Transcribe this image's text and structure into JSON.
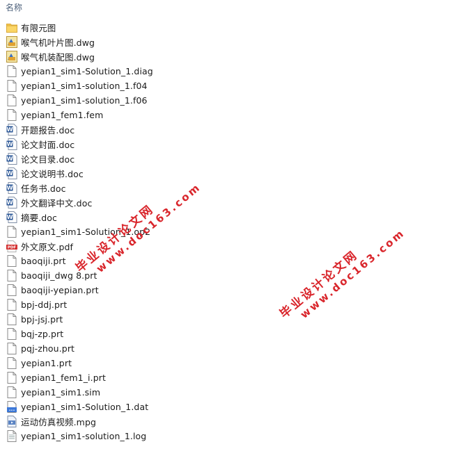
{
  "header": {
    "column_name": "名称"
  },
  "files": [
    {
      "name": "有限元图",
      "icon": "folder-icon"
    },
    {
      "name": "喉气机叶片图.dwg",
      "icon": "dwg-file-icon"
    },
    {
      "name": "喉气机装配图.dwg",
      "icon": "dwg-file-icon"
    },
    {
      "name": "yepian1_sim1-Solution_1.diag",
      "icon": "blank-file-icon"
    },
    {
      "name": "yepian1_sim1-solution_1.f04",
      "icon": "blank-file-icon"
    },
    {
      "name": "yepian1_sim1-solution_1.f06",
      "icon": "blank-file-icon"
    },
    {
      "name": "yepian1_fem1.fem",
      "icon": "blank-file-icon"
    },
    {
      "name": "开题报告.doc",
      "icon": "word-doc-icon"
    },
    {
      "name": "论文封面.doc",
      "icon": "word-doc-icon"
    },
    {
      "name": "论文目录.doc",
      "icon": "word-doc-icon"
    },
    {
      "name": "论文说明书.doc",
      "icon": "word-doc-icon"
    },
    {
      "name": "任务书.doc",
      "icon": "word-doc-icon"
    },
    {
      "name": "外文翻译中文.doc",
      "icon": "word-doc-icon"
    },
    {
      "name": "摘要.doc",
      "icon": "word-doc-icon"
    },
    {
      "name": "yepian1_sim1-Solution_1.op2",
      "icon": "blank-file-icon"
    },
    {
      "name": "外文原文.pdf",
      "icon": "pdf-file-icon"
    },
    {
      "name": "baoqiji.prt",
      "icon": "blank-file-icon"
    },
    {
      "name": "baoqiji_dwg 8.prt",
      "icon": "blank-file-icon"
    },
    {
      "name": "baoqiji-yepian.prt",
      "icon": "blank-file-icon"
    },
    {
      "name": "bpj-ddj.prt",
      "icon": "blank-file-icon"
    },
    {
      "name": "bpj-jsj.prt",
      "icon": "blank-file-icon"
    },
    {
      "name": "bqj-zp.prt",
      "icon": "blank-file-icon"
    },
    {
      "name": "pqj-zhou.prt",
      "icon": "blank-file-icon"
    },
    {
      "name": "yepian1.prt",
      "icon": "blank-file-icon"
    },
    {
      "name": "yepian1_fem1_i.prt",
      "icon": "blank-file-icon"
    },
    {
      "name": "yepian1_sim1.sim",
      "icon": "blank-file-icon"
    },
    {
      "name": "yepian1_sim1-Solution_1.dat",
      "icon": "dat-file-icon"
    },
    {
      "name": "运动仿真视频.mpg",
      "icon": "video-file-icon"
    },
    {
      "name": "yepian1_sim1-solution_1.log",
      "icon": "log-file-icon"
    }
  ],
  "watermark": {
    "line1": "毕业设计论文网",
    "line2": "www.doc163.com",
    "color": "#d9252b"
  },
  "colors": {
    "header_text": "#4c607a",
    "folder": "#f5c44a",
    "word_blue": "#2b5797",
    "pdf_red": "#d32f2f"
  }
}
